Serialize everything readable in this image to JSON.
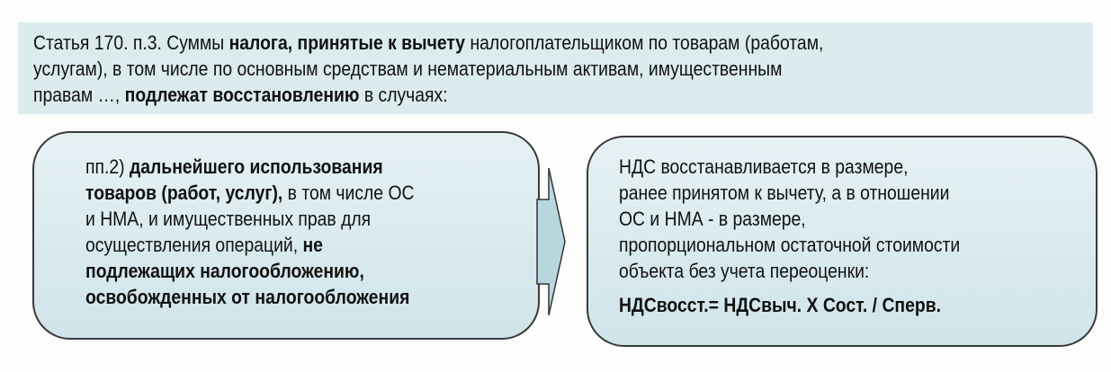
{
  "header": {
    "lines": [
      [
        {
          "t": "Статья 170. п.3. Суммы ",
          "b": false
        },
        {
          "t": "налога, принятые к вычету",
          "b": true
        },
        {
          "t": " налогоплательщиком по товарам (работам,",
          "b": false
        }
      ],
      [
        {
          "t": "услугам), в том числе по основным средствам и нематериальным активам, имущественным",
          "b": false
        }
      ],
      [
        {
          "t": "правам …, ",
          "b": false
        },
        {
          "t": "подлежат восстановлению",
          "b": true
        },
        {
          "t": " в случаях:",
          "b": false
        }
      ]
    ]
  },
  "left_box": {
    "lines": [
      [
        {
          "t": "пп.2) ",
          "b": false
        },
        {
          "t": "дальнейшего использования",
          "b": true
        }
      ],
      [
        {
          "t": "товаров (работ, услуг),",
          "b": true
        },
        {
          "t": " в том числе ОС",
          "b": false
        }
      ],
      [
        {
          "t": "и НМА, и имущественных прав для",
          "b": false
        }
      ],
      [
        {
          "t": "осуществления операций, ",
          "b": false
        },
        {
          "t": "не",
          "b": true
        }
      ],
      [
        {
          "t": "подлежащих налогообложению,",
          "b": true
        }
      ],
      [
        {
          "t": "освобожденных от налогообложения",
          "b": true
        }
      ]
    ]
  },
  "right_box": {
    "lines": [
      [
        {
          "t": "НДС восстанавливается  в размере,",
          "b": false
        }
      ],
      [
        {
          "t": "ранее принятом к вычету, а в отношении",
          "b": false
        }
      ],
      [
        {
          "t": "ОС и НМА  - в размере,",
          "b": false
        }
      ],
      [
        {
          "t": "пропорциональном остаточной стоимости",
          "b": false
        }
      ],
      [
        {
          "t": "объекта без учета переоценки:",
          "b": false
        }
      ]
    ],
    "formula": "НДСвосст.=  НДСвыч. Х Сост. / Сперв."
  },
  "colors": {
    "band": "#dcebee",
    "box_fill": "#dbeaee",
    "border": "#3a3a3a"
  }
}
